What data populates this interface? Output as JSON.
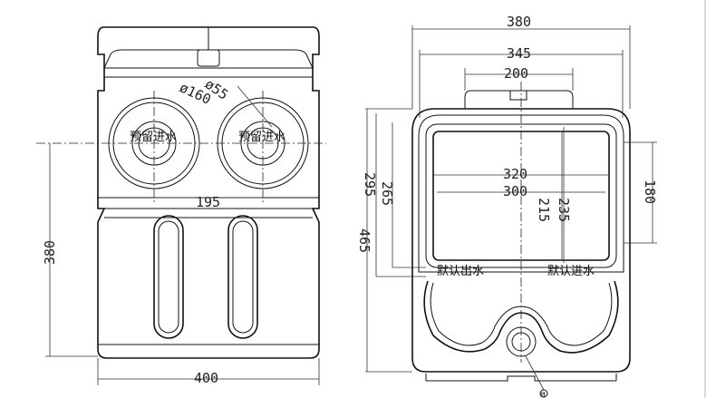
{
  "colors": {
    "line": "#111111",
    "background": "#ffffff",
    "edge": "#dcdcdc"
  },
  "front_view": {
    "dim_height": "380",
    "dim_width": "400",
    "dim_spacing": "195",
    "dim_inner_diameter": "ø55",
    "dim_outer_diameter": "ø160",
    "port_left_label": "预留进水",
    "port_right_label": "预留进水"
  },
  "top_view": {
    "dim_overall_width": "380",
    "dim_width_345": "345",
    "dim_width_200": "200",
    "dim_inner_320": "320",
    "dim_inner_300": "300",
    "dim_height_265": "265",
    "dim_height_295": "295",
    "dim_height_465": "465",
    "dim_inner_235": "235",
    "dim_inner_215": "215",
    "dim_side_180": "180",
    "outlet_label": "默认出水",
    "inlet_label": "默认进水",
    "bottom_leader": "ø"
  }
}
